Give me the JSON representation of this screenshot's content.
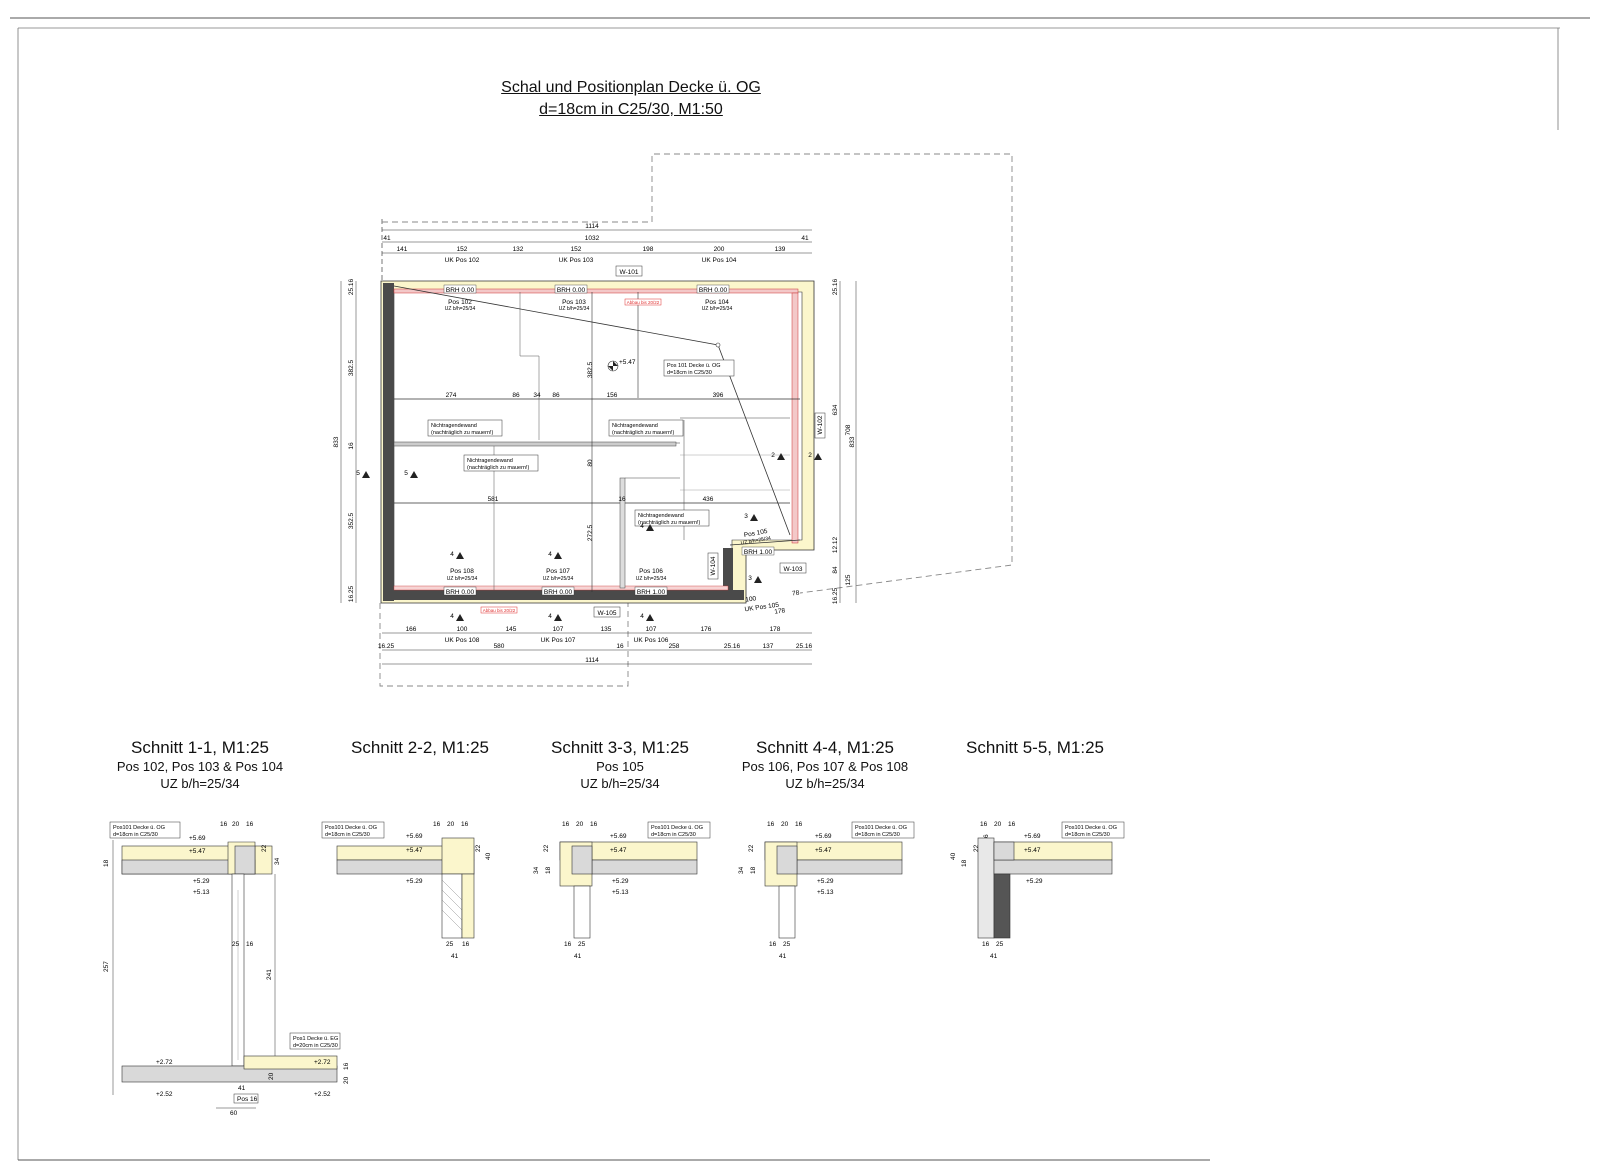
{
  "title": {
    "line1": "Schal und Positionplan Decke ü. OG",
    "line2": "d=18cm in C25/30, M1:50"
  },
  "plan": {
    "dim_total_top": "1114",
    "dim_inner_top": "1032",
    "dim_edge_left": "41",
    "dim_edge_right": "41",
    "dim_top_chain": [
      "141",
      "152",
      "132",
      "152",
      "198",
      "200",
      "139"
    ],
    "uk_top": [
      "UK Pos 102",
      "UK Pos 103",
      "UK Pos 104"
    ],
    "wall_labels": [
      "W-101",
      "W-102",
      "W-103",
      "W-104",
      "W-105"
    ],
    "brh_top": [
      "BRH 0.00",
      "BRH 0.00",
      "BRH 0.00"
    ],
    "brh_bottom": [
      "BRH 0.00",
      "BRH 0.00",
      "BRH 1.00"
    ],
    "brh_right": "BRH 1.00",
    "pos_beams": [
      {
        "name": "Pos 102",
        "uz": "UZ b/h=25/34"
      },
      {
        "name": "Pos 103",
        "uz": "UZ b/h=25/34"
      },
      {
        "name": "Pos 104",
        "uz": "UZ b/h=25/34"
      },
      {
        "name": "Pos 105",
        "uz": "UZ b/h=25/34"
      },
      {
        "name": "Pos 106",
        "uz": "UZ b/h=25/34"
      },
      {
        "name": "Pos 107",
        "uz": "UZ b/h=25/34"
      },
      {
        "name": "Pos 108",
        "uz": "UZ b/h=25/34"
      }
    ],
    "slab_label_1": "Pos 101 Decke ü. OG",
    "slab_label_2": "d=18cm in C25/30",
    "level": "+5.47",
    "dim_row_1": [
      "274",
      "86",
      "34",
      "86",
      "156",
      "396"
    ],
    "dim_row_2": [
      "581",
      "16",
      "436"
    ],
    "dim_v_1": "382.5",
    "dim_v_2": "80",
    "dim_v_3": "272.5",
    "dim_left_chain": [
      "25.16",
      "382.5",
      "16",
      "352.5",
      "16.25"
    ],
    "dim_left_total": "833",
    "dim_right_chain": [
      "25.16",
      "634",
      "708",
      "12.12",
      "84",
      "125",
      "16.25"
    ],
    "dim_right_total": "833",
    "nonbearing_1": "Nichtragendewand",
    "nonbearing_2": "(nachträglich zu mauern!)",
    "section_marks": [
      "2",
      "2",
      "3",
      "3",
      "4",
      "4",
      "4",
      "4",
      "4",
      "4",
      "5",
      "5"
    ],
    "red_note": "Abbau bis 20/22",
    "dim_bottom_chain": [
      "166",
      "100",
      "145",
      "107",
      "135",
      "107",
      "176",
      "178"
    ],
    "uk_bottom": [
      "UK Pos 108",
      "UK Pos 107",
      "UK Pos 106",
      "UK Pos 105"
    ],
    "dim_bottom_2": [
      "16.25",
      "580",
      "16",
      "258",
      "25.16",
      "137",
      "25.16"
    ],
    "dim_bottom_total": "1114",
    "dim_br_1": "100",
    "dim_br_2": "78",
    "dim_br_3": "178"
  },
  "sections": [
    {
      "title": "Schnitt 1-1, M1:25",
      "sub1": "Pos 102, Pos 103 & Pos 104",
      "sub2": "UZ b/h=25/34"
    },
    {
      "title": "Schnitt 2-2, M1:25",
      "sub1": "",
      "sub2": ""
    },
    {
      "title": "Schnitt 3-3, M1:25",
      "sub1": "Pos 105",
      "sub2": "UZ b/h=25/34"
    },
    {
      "title": "Schnitt 4-4, M1:25",
      "sub1": "Pos 106, Pos 107 & Pos 108",
      "sub2": "UZ b/h=25/34"
    },
    {
      "title": "Schnitt 5-5, M1:25",
      "sub1": "",
      "sub2": ""
    }
  ],
  "section_details": {
    "slab_1": "Pos101 Decke ü. OG",
    "slab_2": "d=18cm in C25/30",
    "lvl_top": "+5.69",
    "lvl_mid": "+5.47",
    "lvl_under": "+5.29",
    "lvl_beam": "+5.13",
    "lvl_ground_top": "+2.72",
    "lvl_ground_bot": "+2.52",
    "ground_slab_1": "Pos1 Decke ü. EG",
    "ground_slab_2": "d=20cm in C25/30",
    "pos16": "Pos 16",
    "d16": "16",
    "d20": "20",
    "d22": "22",
    "d25": "25",
    "d34": "34",
    "d18": "18",
    "d41": "41",
    "d40": "40",
    "d6": "6",
    "d60": "60",
    "d257": "257",
    "d241": "241"
  },
  "colors": {
    "yellow": "#fbf6cc",
    "concrete": "#d9d9d9",
    "wall": "#4a4a4a",
    "red": "#e03030"
  }
}
